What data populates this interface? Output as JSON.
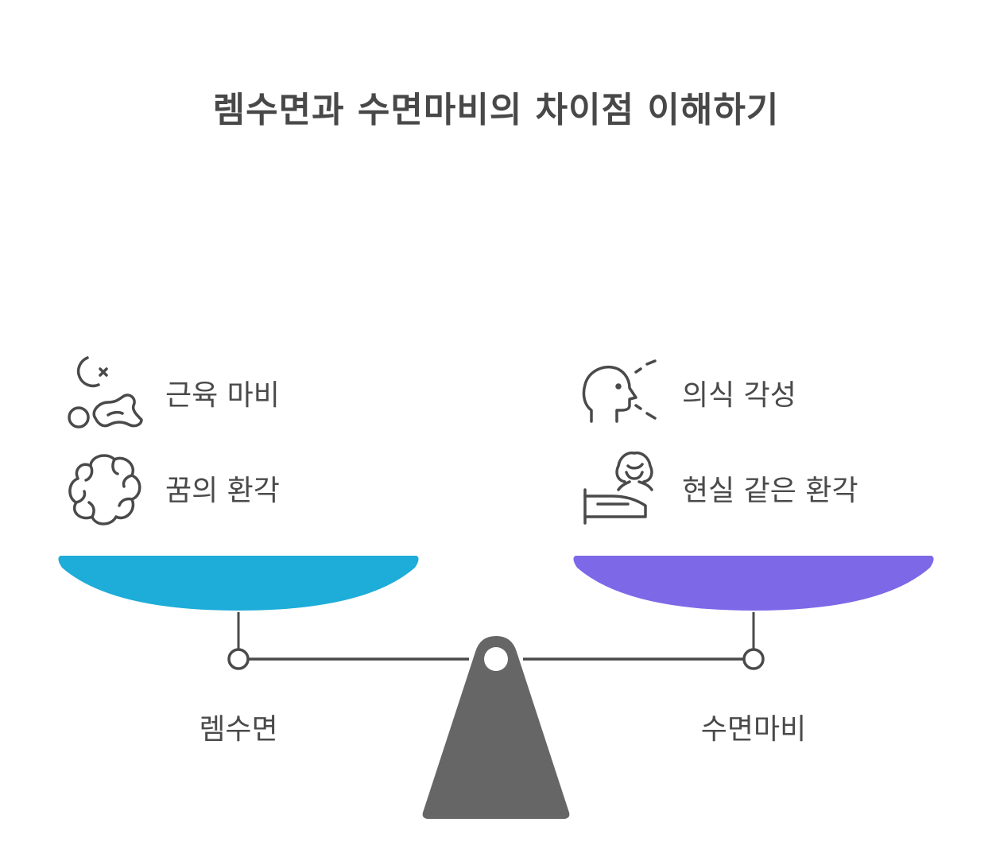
{
  "title": "렘수면과 수면마비의 차이점 이해하기",
  "left": {
    "label": "렘수면",
    "color": "#1eacd9",
    "items": [
      {
        "label": "근육 마비",
        "icon": "paralysis-icon"
      },
      {
        "label": "꿈의 환각",
        "icon": "dream-cloud-icon"
      }
    ]
  },
  "right": {
    "label": "수면마비",
    "color": "#7d68e8",
    "items": [
      {
        "label": "의식 각성",
        "icon": "awake-head-icon"
      },
      {
        "label": "현실 같은 환각",
        "icon": "person-in-bed-icon"
      }
    ]
  },
  "fulcrum_color": "#666666"
}
